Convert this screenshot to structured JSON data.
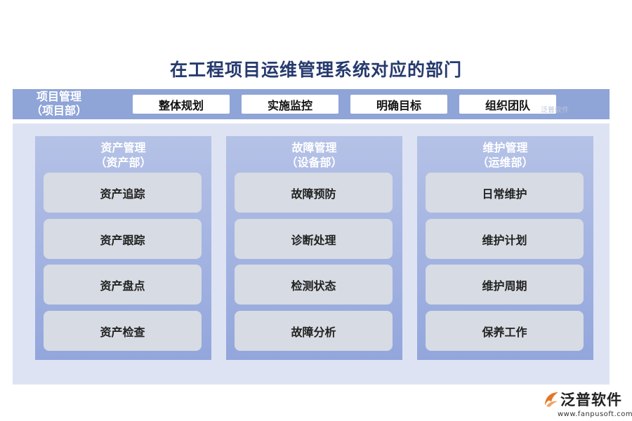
{
  "title": "在工程项目运维管理系统对应的部门",
  "top_band": {
    "label_line1": "项目管理",
    "label_line2": "（项目部）",
    "buttons": [
      "整体规划",
      "实施监控",
      "明确目标",
      "组织团队"
    ],
    "watermark": "泛普软件"
  },
  "columns": [
    {
      "title_line1": "资产管理",
      "title_line2": "（资产部）",
      "items": [
        "资产追踪",
        "资产跟踪",
        "资产盘点",
        "资产检查"
      ]
    },
    {
      "title_line1": "故障管理",
      "title_line2": "（设备部）",
      "items": [
        "故障预防",
        "诊断处理",
        "检测状态",
        "故障分析"
      ]
    },
    {
      "title_line1": "维护管理",
      "title_line2": "（运维部）",
      "items": [
        "日常维护",
        "维护计划",
        "维护周期",
        "保养工作"
      ]
    }
  ],
  "logo": {
    "name": "泛普软件",
    "url": "www.fanpusoft.com",
    "icon": "fanpu-logo-icon",
    "accent_color": "#e2772b"
  },
  "colors": {
    "title": "#263a6e",
    "band": "#8fa4d7",
    "panel_bg": "#dde3f2",
    "column_top": "#b5c2e7",
    "column_bottom": "#93a6dc",
    "item_bg": "#d7dbe3"
  }
}
